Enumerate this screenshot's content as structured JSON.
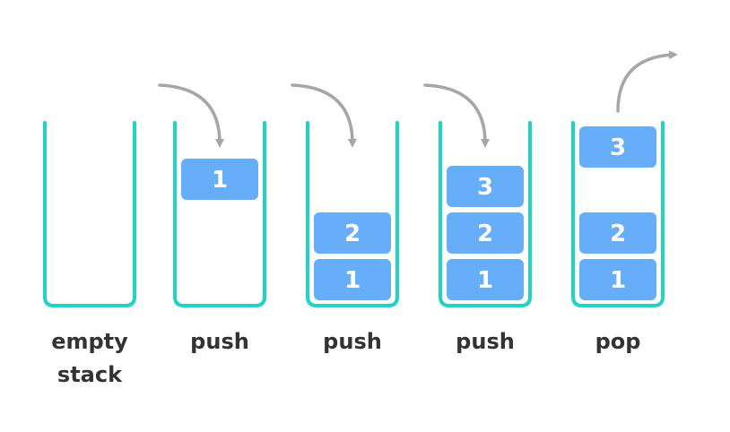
{
  "colors": {
    "container": "#22d3c5",
    "block_fill": "#66aef9",
    "block_text": "#ffffff",
    "arrow": "#a6a6a6",
    "caption": "#333333"
  },
  "stages": [
    {
      "caption_lines": [
        "empty",
        "stack"
      ],
      "arrow": "none",
      "blocks": []
    },
    {
      "caption_lines": [
        "push"
      ],
      "arrow": "in",
      "blocks": [
        {
          "label": "1",
          "state": "incoming"
        }
      ]
    },
    {
      "caption_lines": [
        "push"
      ],
      "arrow": "in",
      "blocks": [
        {
          "label": "1",
          "state": "stacked"
        },
        {
          "label": "2",
          "state": "stacked"
        }
      ]
    },
    {
      "caption_lines": [
        "push"
      ],
      "arrow": "in",
      "blocks": [
        {
          "label": "1",
          "state": "stacked"
        },
        {
          "label": "2",
          "state": "stacked"
        },
        {
          "label": "3",
          "state": "stacked"
        }
      ]
    },
    {
      "caption_lines": [
        "pop"
      ],
      "arrow": "out",
      "blocks": [
        {
          "label": "1",
          "state": "stacked"
        },
        {
          "label": "2",
          "state": "stacked"
        },
        {
          "label": "3",
          "state": "outgoing"
        }
      ]
    }
  ]
}
